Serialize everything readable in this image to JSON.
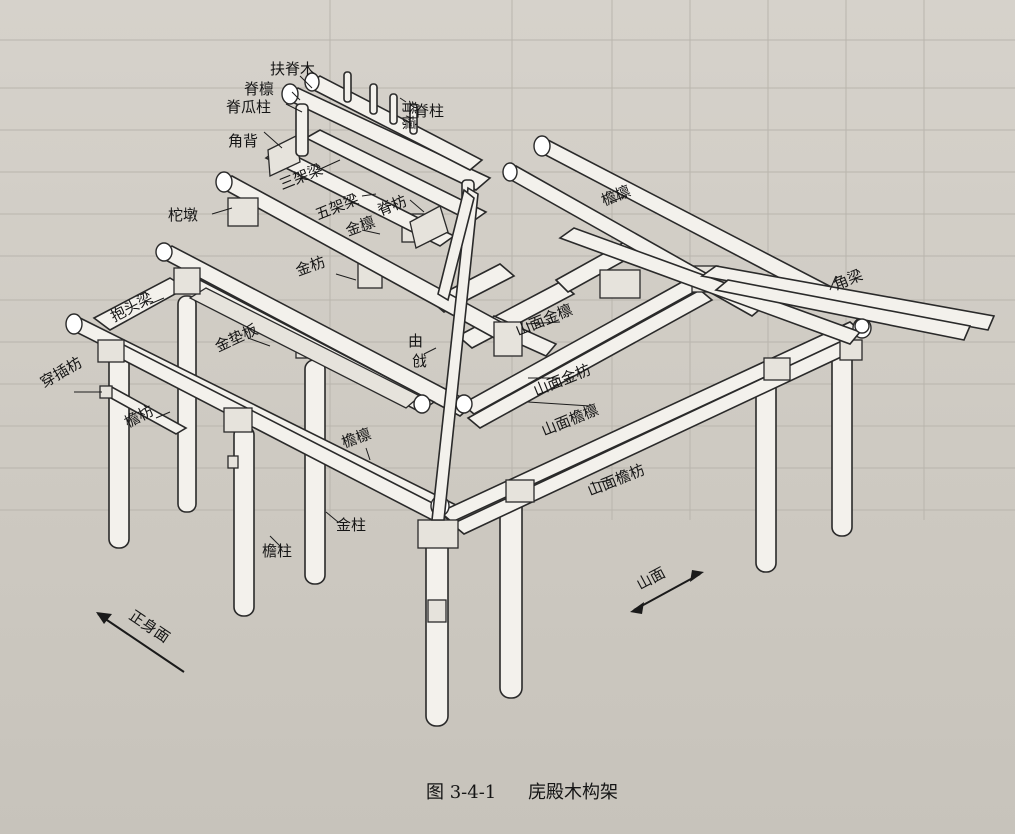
{
  "figure": {
    "caption_number": "图 3-4-1",
    "caption_title": "庑殿木构架"
  },
  "labels": {
    "fu_ji_mu": "扶脊木",
    "ji_lin_left": "脊檩",
    "ji_gua_zhu": "脊瓜柱",
    "jiao_bei": "角背",
    "san_jia_liang": "三架梁",
    "wu_jia_liang": "五架梁",
    "ji_fang": "脊枋",
    "ji_zhu": "脊柱",
    "ji_lin_top": "脊檩",
    "tuo_dun": "柁墩",
    "jin_lin": "金檩",
    "jin_fang": "金枋",
    "bao_tou_liang": "抱头梁",
    "jin_dian_ban": "金垫板",
    "chuan_cha_fang": "穿插枋",
    "yan_fang": "檐枋",
    "yan_lin": "檐檩",
    "you_qiang": "由戗",
    "shan_mian_jin_lin": "山面金檩",
    "shan_mian_jin_fang": "山面金枋",
    "shan_mian_yan_lin": "山面檐檩",
    "shan_mian_yan_fang": "山面檐枋",
    "yan_lin_right": "檐檩",
    "jiao_liang": "角梁",
    "yan_zhu": "檐柱",
    "jin_zhu": "金柱"
  },
  "directions": {
    "front": "正身面",
    "gable": "山面"
  }
}
